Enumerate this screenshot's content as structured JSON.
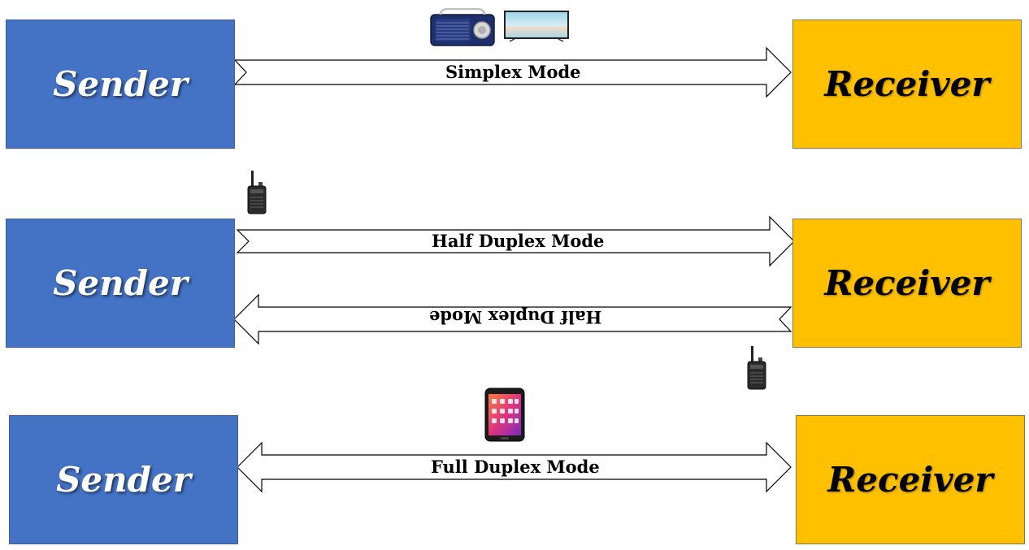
{
  "rows": [
    {
      "sender": "Sender",
      "receiver": "Receiver",
      "mode": "Simplex Mode",
      "device_icons": [
        "radio-icon",
        "television-icon"
      ]
    },
    {
      "sender": "Sender",
      "receiver": "Receiver",
      "mode": "Half Duplex Mode",
      "mode_reverse": "Half Duplex Mode",
      "device_icons": [
        "walkie-talkie-icon",
        "walkie-talkie-icon"
      ]
    },
    {
      "sender": "Sender",
      "receiver": "Receiver",
      "mode": "Full Duplex Mode",
      "device_icons": [
        "smartphone-icon"
      ]
    }
  ],
  "colors": {
    "sender": "#4472c4",
    "receiver": "#ffc000",
    "arrow_fill": "#ffffff",
    "arrow_stroke": "#000000"
  }
}
